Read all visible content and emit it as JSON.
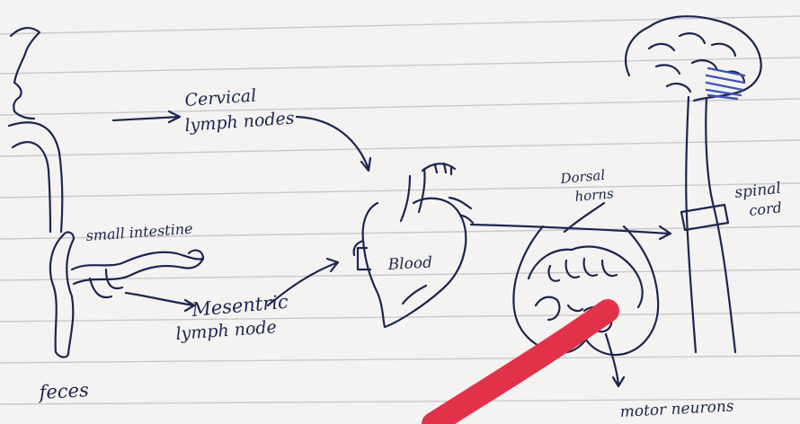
{
  "labels": {
    "cervical": "Cervical",
    "lymph_nodes": "lymph nodes",
    "small_intestine": "small intestine",
    "mesenteric": "Mesentric",
    "lymph_node": "lymph node",
    "feces": "feces",
    "blood": "Blood",
    "dorsal": "Dorsal",
    "horns": "horns",
    "spinal": "spinal",
    "cord": "cord",
    "motor_neurons": "motor neurons"
  },
  "colors": {
    "paper": "#f4f3f1",
    "ruled_line": "#c9c9cc",
    "ink": "#1d2550",
    "brain_stem": "#3d55b8",
    "highlight": "#e2324a"
  }
}
